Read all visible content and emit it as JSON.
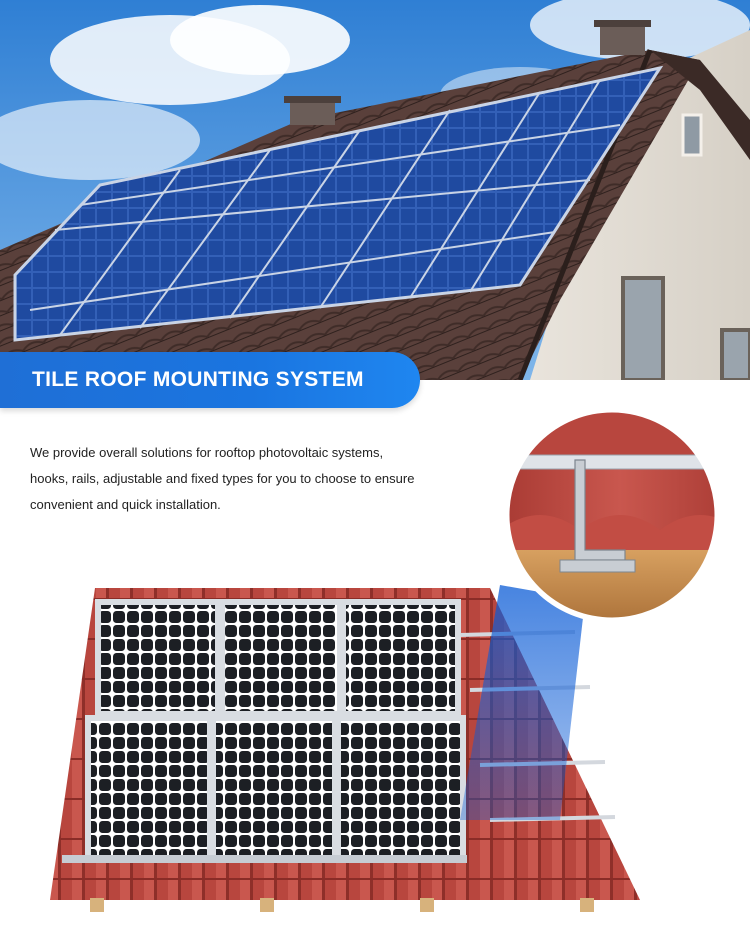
{
  "banner": {
    "title": "TILE ROOF MOUNTING SYSTEM"
  },
  "description": {
    "lines": [
      "We provide overall solutions for rooftop photovoltaic systems,",
      "hooks, rails, adjustable and fixed types for you to choose to ensure",
      "convenient and quick installation."
    ]
  },
  "colors": {
    "banner_blue": "#1a75e0",
    "roof_tile_red": "#b5413a",
    "panel_dark": "#1c1f24",
    "panel_frame": "#d9dde2",
    "sky_blue": "#3c8ad8",
    "solar_blue": "#1d3f8c"
  },
  "images": {
    "hero": "house-with-solar-panels-photo",
    "diagram": "tile-roof-solar-mount-illustration",
    "detail": "roof-hook-detail-callout"
  }
}
